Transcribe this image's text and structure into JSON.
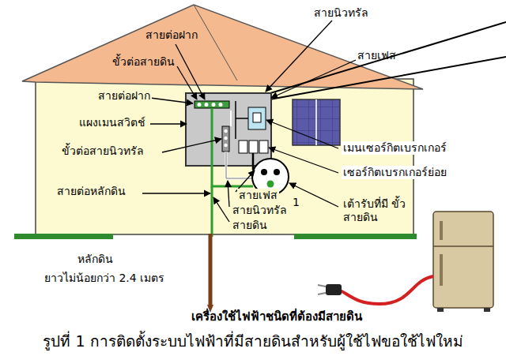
{
  "diagram": {
    "caption": "รูปที่ 1 การติดตั้งระบบไฟฟ้าที่มีสายดินสำหรับผู้ใช้ไฟขอใช้ไฟใหม่",
    "labels": [
      "สายนิวทรัล",
      "สายเฟส",
      "สายต่อฝาก",
      "ขั้วต่อสายดิน",
      "สายต่อฝาก",
      "แผงเมนสวิตช์",
      "ขั้วต่อสายนิวทรัล",
      "สายต่อหลักดิน",
      "เมนเซอร์กิตเบรกเกอร์",
      "เซอร์กิตเบรกเกอร์ย่อย",
      "สายเฟส",
      "สายนิวทรัล",
      "สายดิน",
      "1",
      "เต้ารับที่มี ขั้วสายดิน",
      "หลักดิน",
      "ยาวไม่น้อยกว่า 2.4 เมตร",
      "เครื่องใช้ไฟฟ้าชนิดที่ต้องมีสายดิน"
    ]
  }
}
